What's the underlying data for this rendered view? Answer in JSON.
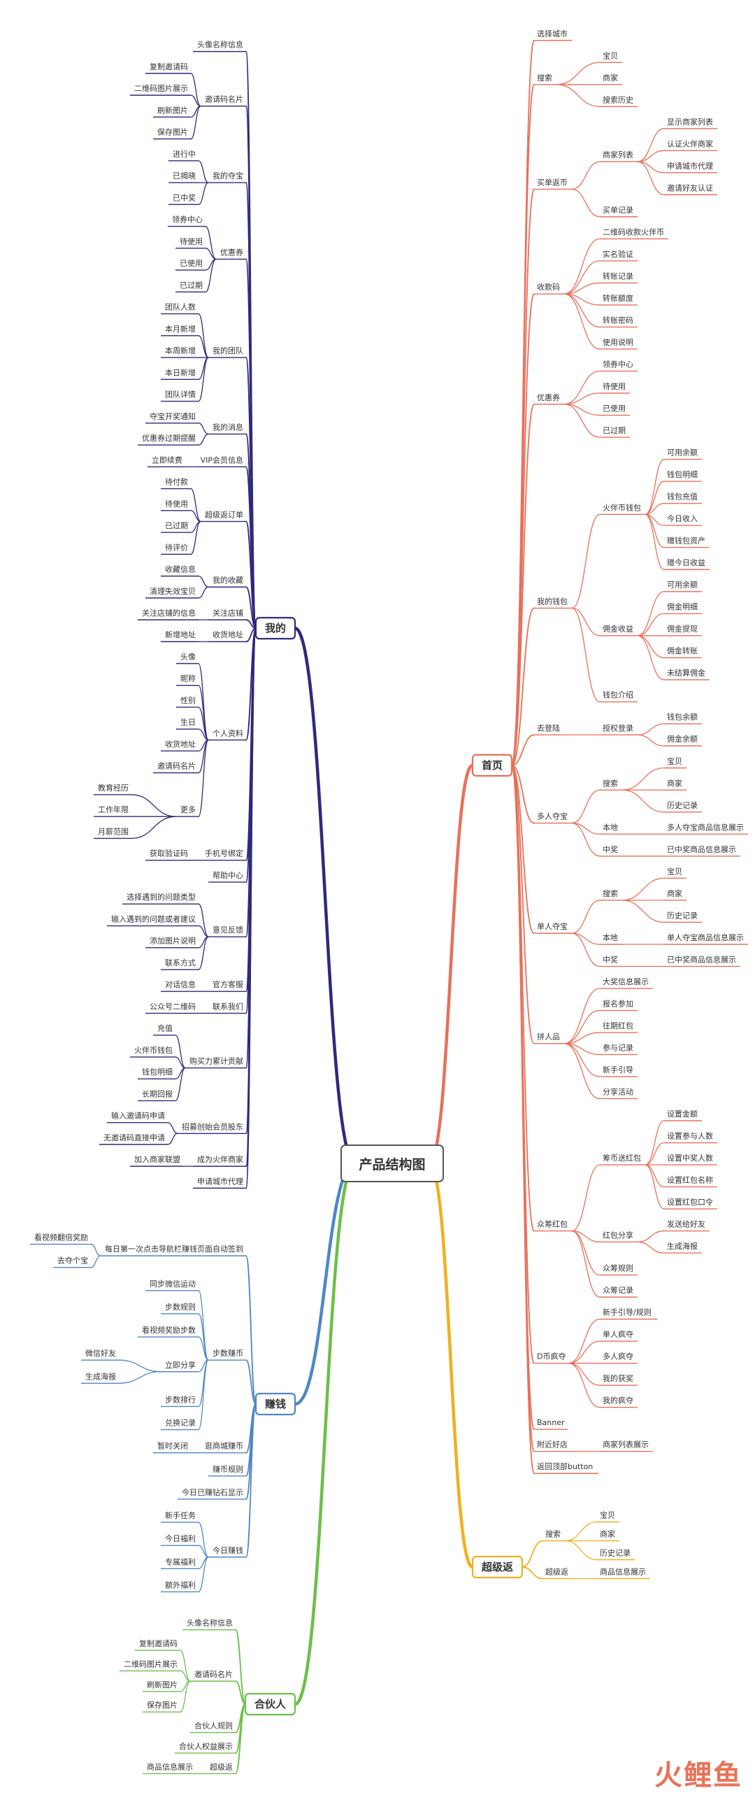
{
  "root": "产品结构图",
  "colors": {
    "我的": "#2e2a7c",
    "首页": "#e8705a",
    "超级返": "#f0b020",
    "赚钱": "#4f86c6",
    "合伙人": "#6cbf4a",
    "text": "#333333"
  },
  "watermark": "火鲤鱼",
  "tree": [
    {
      "label": "我的",
      "side": "left",
      "color": "我的",
      "children": [
        {
          "label": "头像名称信息"
        },
        {
          "label": "邀请码名片",
          "children": [
            {
              "label": "复制邀请码"
            },
            {
              "label": "二维码图片展示"
            },
            {
              "label": "刷新图片"
            },
            {
              "label": "保存图片"
            }
          ]
        },
        {
          "label": "我的夺宝",
          "children": [
            {
              "label": "进行中"
            },
            {
              "label": "已揭晓"
            },
            {
              "label": "已中奖"
            }
          ]
        },
        {
          "label": "优惠券",
          "children": [
            {
              "label": "领券中心"
            },
            {
              "label": "待使用"
            },
            {
              "label": "已使用"
            },
            {
              "label": "已过期"
            }
          ]
        },
        {
          "label": "我的团队",
          "children": [
            {
              "label": "团队人数"
            },
            {
              "label": "本月新增"
            },
            {
              "label": "本周新增"
            },
            {
              "label": "本日新增"
            },
            {
              "label": "团队详情"
            }
          ]
        },
        {
          "label": "我的消息",
          "children": [
            {
              "label": "夺宝开奖通知"
            },
            {
              "label": "优惠券过期提醒"
            }
          ]
        },
        {
          "label": "VIP会员信息",
          "children": [
            {
              "label": "立即续费"
            }
          ]
        },
        {
          "label": "超级返订单",
          "children": [
            {
              "label": "待付款"
            },
            {
              "label": "待使用"
            },
            {
              "label": "已过期"
            },
            {
              "label": "待评价"
            }
          ]
        },
        {
          "label": "我的收藏",
          "children": [
            {
              "label": "收藏信息"
            },
            {
              "label": "清理失效宝贝"
            }
          ]
        },
        {
          "label": "关注店铺",
          "children": [
            {
              "label": "关注店铺的信息"
            }
          ]
        },
        {
          "label": "收货地址",
          "children": [
            {
              "label": "新增地址"
            }
          ]
        },
        {
          "label": "个人资料",
          "children": [
            {
              "label": "头像"
            },
            {
              "label": "昵称"
            },
            {
              "label": "性别"
            },
            {
              "label": "生日"
            },
            {
              "label": "收货地址"
            },
            {
              "label": "邀请码名片"
            },
            {
              "label": "更多",
              "children": [
                {
                  "label": "教育经历"
                },
                {
                  "label": "工作年限"
                },
                {
                  "label": "月薪范围"
                }
              ]
            }
          ]
        },
        {
          "label": "手机号绑定",
          "children": [
            {
              "label": "获取验证码"
            }
          ]
        },
        {
          "label": "帮助中心"
        },
        {
          "label": "意见反馈",
          "children": [
            {
              "label": "选择遇到的问题类型"
            },
            {
              "label": "输入遇到的问题或者建议"
            },
            {
              "label": "添加图片说明"
            },
            {
              "label": "联系方式"
            }
          ]
        },
        {
          "label": "官方客服",
          "children": [
            {
              "label": "对话信息"
            }
          ]
        },
        {
          "label": "联系我们",
          "children": [
            {
              "label": "公众号二维码"
            }
          ]
        },
        {
          "label": "购买力累计贡献",
          "children": [
            {
              "label": "充值"
            },
            {
              "label": "火伴币钱包"
            },
            {
              "label": "钱包明细"
            },
            {
              "label": "长期回报"
            }
          ]
        },
        {
          "label": "招募创始会员股东",
          "children": [
            {
              "label": "输入邀请码申请"
            },
            {
              "label": "无邀请码直接申请"
            }
          ]
        },
        {
          "label": "成为火伴商家",
          "children": [
            {
              "label": "加入商家联盟"
            }
          ]
        },
        {
          "label": "申请城市代理"
        }
      ]
    },
    {
      "label": "赚钱",
      "side": "left",
      "color": "赚钱",
      "children": [
        {
          "label": "每日第一次点击导航栏赚钱页面自动签到",
          "children": [
            {
              "label": "看视频翻倍奖励"
            },
            {
              "label": "去夺个宝"
            }
          ]
        },
        {
          "label": "步数赚币",
          "children": [
            {
              "label": "同步微信运动"
            },
            {
              "label": "步数规则"
            },
            {
              "label": "看视频奖励步数"
            },
            {
              "label": "立即分享",
              "children": [
                {
                  "label": "微信好友"
                },
                {
                  "label": "生成海报"
                }
              ]
            },
            {
              "label": "步数排行"
            },
            {
              "label": "兑换记录"
            }
          ]
        },
        {
          "label": "逛商城赚币",
          "children": [
            {
              "label": "暂时关闭"
            }
          ]
        },
        {
          "label": "赚币规则"
        },
        {
          "label": "今日已赚钻石显示"
        },
        {
          "label": "今日赚钱",
          "children": [
            {
              "label": "新手任务"
            },
            {
              "label": "今日福利"
            },
            {
              "label": "专属福利"
            },
            {
              "label": "额外福利"
            }
          ]
        }
      ]
    },
    {
      "label": "合伙人",
      "side": "left",
      "color": "合伙人",
      "children": [
        {
          "label": "头像名称信息"
        },
        {
          "label": "邀请码名片",
          "children": [
            {
              "label": "复制邀请码"
            },
            {
              "label": "二维码图片展示"
            },
            {
              "label": "刷新图片"
            },
            {
              "label": "保存图片"
            }
          ]
        },
        {
          "label": "合伙人规则"
        },
        {
          "label": "合伙人权益展示"
        },
        {
          "label": "超级返",
          "children": [
            {
              "label": "商品信息展示"
            }
          ]
        }
      ]
    },
    {
      "label": "首页",
      "side": "right",
      "color": "首页",
      "children": [
        {
          "label": "选择城市"
        },
        {
          "label": "搜索",
          "children": [
            {
              "label": "宝贝"
            },
            {
              "label": "商家"
            },
            {
              "label": "搜索历史"
            }
          ]
        },
        {
          "label": "买单返币",
          "children": [
            {
              "label": "商家列表",
              "children": [
                {
                  "label": "显示商家列表"
                },
                {
                  "label": "认证火伴商家"
                },
                {
                  "label": "申请城市代理"
                },
                {
                  "label": "邀请好友认证"
                }
              ]
            },
            {
              "label": "买单记录"
            }
          ]
        },
        {
          "label": "收款码",
          "children": [
            {
              "label": "二维码收款火伴币"
            },
            {
              "label": "实名验证"
            },
            {
              "label": "转账记录"
            },
            {
              "label": "转账额度"
            },
            {
              "label": "转账密码"
            },
            {
              "label": "使用说明"
            }
          ]
        },
        {
          "label": "优惠券",
          "children": [
            {
              "label": "领券中心"
            },
            {
              "label": "待使用"
            },
            {
              "label": "已使用"
            },
            {
              "label": "已过期"
            }
          ]
        },
        {
          "label": "我的钱包",
          "children": [
            {
              "label": "火伴币钱包",
              "children": [
                {
                  "label": "可用余额"
                },
                {
                  "label": "钱包明细"
                },
                {
                  "label": "钱包充值"
                },
                {
                  "label": "今日收入"
                },
                {
                  "label": "赠钱包资产"
                },
                {
                  "label": "赠今日收益"
                }
              ]
            },
            {
              "label": "佣金收益",
              "children": [
                {
                  "label": "可用余额"
                },
                {
                  "label": "佣金明细"
                },
                {
                  "label": "佣金提现"
                },
                {
                  "label": "佣金转账"
                },
                {
                  "label": "未结算佣金"
                }
              ]
            },
            {
              "label": "钱包介绍"
            }
          ]
        },
        {
          "label": "去登陆",
          "children": [
            {
              "label": "授权登录",
              "children": [
                {
                  "label": "钱包余额"
                },
                {
                  "label": "佣金余额"
                }
              ]
            }
          ]
        },
        {
          "label": "多人夺宝",
          "children": [
            {
              "label": "搜索",
              "children": [
                {
                  "label": "宝贝"
                },
                {
                  "label": "商家"
                },
                {
                  "label": "历史记录"
                }
              ]
            },
            {
              "label": "本地",
              "children": [
                {
                  "label": "多人夺宝商品信息展示"
                }
              ]
            },
            {
              "label": "中奖",
              "children": [
                {
                  "label": "已中奖商品信息展示"
                }
              ]
            }
          ]
        },
        {
          "label": "单人夺宝",
          "children": [
            {
              "label": "搜索",
              "children": [
                {
                  "label": "宝贝"
                },
                {
                  "label": "商家"
                },
                {
                  "label": "历史记录"
                }
              ]
            },
            {
              "label": "本地",
              "children": [
                {
                  "label": "单人夺宝商品信息展示"
                }
              ]
            },
            {
              "label": "中奖",
              "children": [
                {
                  "label": "已中奖商品信息展示"
                }
              ]
            }
          ]
        },
        {
          "label": "拼人品",
          "children": [
            {
              "label": "大奖信息展示"
            },
            {
              "label": "报名参加"
            },
            {
              "label": "往期红包"
            },
            {
              "label": "参与记录"
            },
            {
              "label": "新手引导"
            },
            {
              "label": "分享活动"
            }
          ]
        },
        {
          "label": "众筹红包",
          "children": [
            {
              "label": "筹币送红包",
              "children": [
                {
                  "label": "设置金额"
                },
                {
                  "label": "设置参与人数"
                },
                {
                  "label": "设置中奖人数"
                },
                {
                  "label": "设置红包名称"
                },
                {
                  "label": "设置红包口令"
                }
              ]
            },
            {
              "label": "红包分享",
              "children": [
                {
                  "label": "发送给好友"
                },
                {
                  "label": "生成海报"
                }
              ]
            },
            {
              "label": "众筹规则"
            },
            {
              "label": "众筹记录"
            }
          ]
        },
        {
          "label": "D币疯夺",
          "children": [
            {
              "label": "新手引导/规则"
            },
            {
              "label": "单人疯夺"
            },
            {
              "label": "多人疯夺"
            },
            {
              "label": "我的获奖"
            },
            {
              "label": "我的疯夺"
            }
          ]
        },
        {
          "label": "Banner"
        },
        {
          "label": "附近好店",
          "children": [
            {
              "label": "商家列表展示"
            }
          ]
        },
        {
          "label": "返回顶部button"
        }
      ]
    },
    {
      "label": "超级返",
      "side": "right",
      "color": "超级返",
      "children": [
        {
          "label": "搜索",
          "children": [
            {
              "label": "宝贝"
            },
            {
              "label": "商家"
            },
            {
              "label": "历史记录"
            }
          ]
        },
        {
          "label": "超级返",
          "children": [
            {
              "label": "商品信息展示"
            }
          ]
        }
      ]
    }
  ]
}
